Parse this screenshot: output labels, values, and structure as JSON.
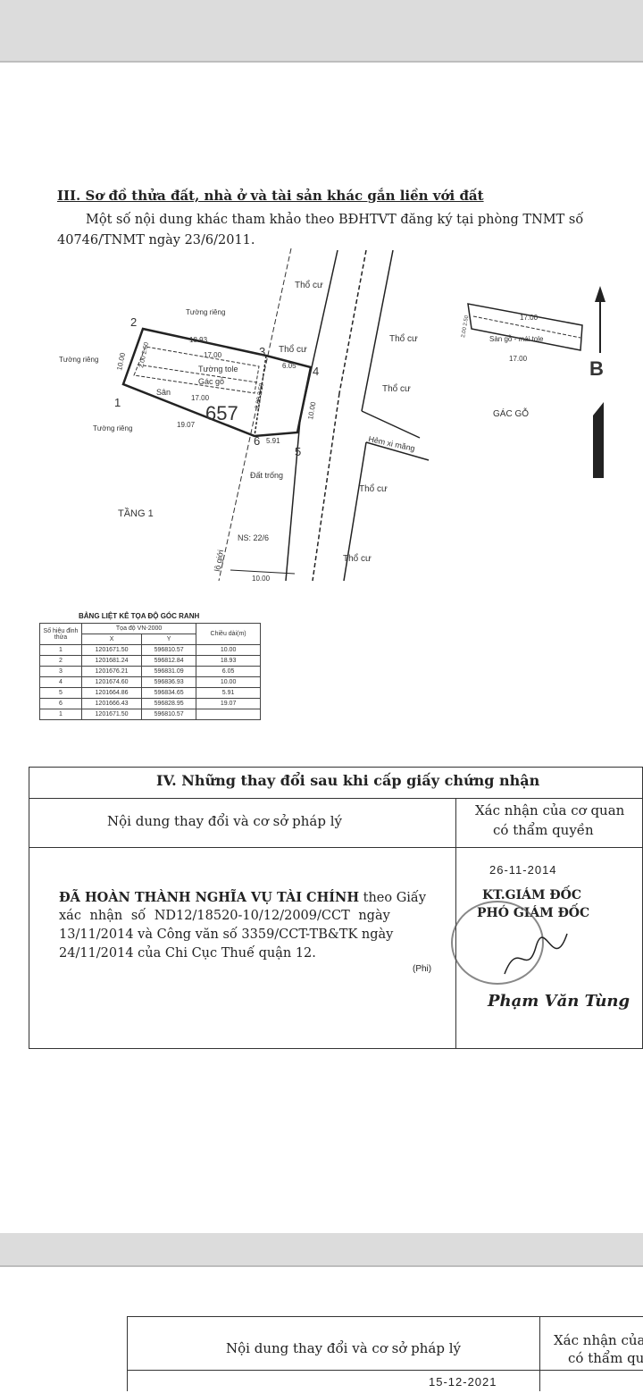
{
  "section3": {
    "heading": "III. Sơ đồ thửa đất, nhà ở và tài sản khác gắn liền với đất",
    "note_line1": "Một số nội dung khác tham khảo theo BĐHTVT đăng ký tại phòng TNMT số",
    "note_line2": "40746/TNMT ngày 23/6/2011."
  },
  "plan": {
    "parcel_number": "657",
    "points": [
      "1",
      "2",
      "3",
      "4",
      "5",
      "6"
    ],
    "labels": {
      "tuong_rieng": "Tường riêng",
      "tuong_tole": "Tường tole",
      "gac_go": "Gác gỗ",
      "san": "Sân",
      "tho_cu": "Thổ cư",
      "dat_trong": "Đất trống",
      "hem": "Hẻm xi măng",
      "tang1": "TẦNG 1",
      "ns": "NS: 22/6",
      "lo_gioi": "lộ giới",
      "gac_go_title": "GÁC GỖ",
      "san_go_mai_tole": "Sàn gỗ - mái tole",
      "north": "B"
    },
    "dims": {
      "d_18_93": "18.93",
      "d_17_00": "17.00",
      "d_19_07": "19.07",
      "d_10_00": "10.00",
      "d_6_05": "6.05",
      "d_5_91": "5.91",
      "d_2_50": "2.50",
      "d_2_00": "2.00",
      "d_2_00_2_50": "2.00 2.50",
      "d_17_00_sm": "17.00"
    }
  },
  "coord_table": {
    "title": "BẢNG LIỆT KÊ TỌA ĐỘ GÓC RANH",
    "col_point": "Số hiệu đỉnh thửa",
    "col_coord": "Tọa độ VN-2000",
    "col_x": "X",
    "col_y": "Y",
    "col_len": "Chiều dài(m)",
    "rows": [
      {
        "p": "1",
        "x": "1201671.50",
        "y": "596810.57",
        "len": "10.00"
      },
      {
        "p": "2",
        "x": "1201681.24",
        "y": "596812.84",
        "len": "18.93"
      },
      {
        "p": "3",
        "x": "1201676.21",
        "y": "596831.09",
        "len": "6.05"
      },
      {
        "p": "4",
        "x": "1201674.60",
        "y": "596836.93",
        "len": "10.00"
      },
      {
        "p": "5",
        "x": "1201664.86",
        "y": "596834.65",
        "len": "5.91"
      },
      {
        "p": "6",
        "x": "1201666.43",
        "y": "596828.95",
        "len": "19.07"
      },
      {
        "p": "1",
        "x": "1201671.50",
        "y": "596810.57",
        "len": ""
      }
    ]
  },
  "section4": {
    "heading": "IV. Những thay đổi sau khi cấp giấy chứng nhận",
    "col1": "Nội dung thay đổi và cơ sở pháp lý",
    "col2_line1": "Xác nhận của cơ quan",
    "col2_line2": "có thẩm quyền",
    "content_bold": "ĐÃ HOÀN THÀNH NGHĨA VỤ TÀI CHÍNH",
    "content_line1_rest": "theo Giấy",
    "content_line2": "xác nhận số ND12/18520-10/12/2009/CCT ngày",
    "content_line3": "13/11/2014 và Công văn số 3359/CCT-TB&TK ngày",
    "content_line4": "24/11/2014 của Chi Cục Thuế quận 12.",
    "date": "26-11-2014",
    "signer_title1": "KT.GIÁM ĐỐC",
    "signer_title2": "PHÓ GIÁM ĐỐC",
    "phi": "(Phi)",
    "signer_name": "Phạm Văn Tùng"
  },
  "bottom_table": {
    "col1": "Nội dung thay đổi và cơ sở pháp lý",
    "col2_line1": "Xác nhận của",
    "col2_line2": "có thẩm qu",
    "date": "15-12-2021"
  }
}
